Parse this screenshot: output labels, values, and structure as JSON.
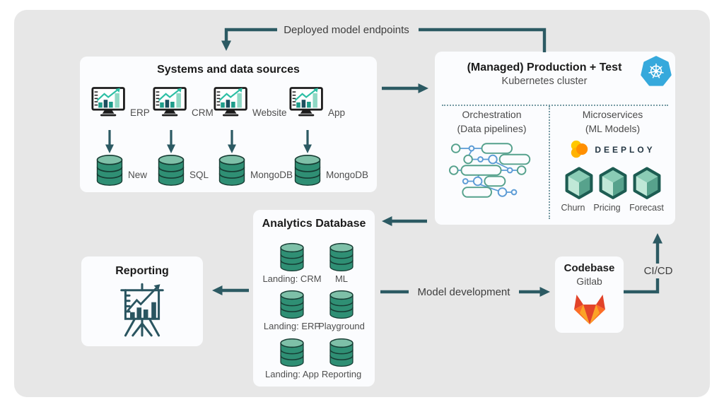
{
  "colors": {
    "accent_teal": "#2c5a63",
    "panel_bg": "#e7e7e7",
    "db_green": "#2f8f74",
    "db_green_top": "#7ec0a8",
    "kubernetes_blue": "#36a9dc",
    "gitlab_orange": "#fc6d26",
    "deeploy_orange": "#ff8f00"
  },
  "flow": {
    "deployed_endpoints": "Deployed model endpoints",
    "model_development": "Model development",
    "cicd": "CI/CD"
  },
  "systems": {
    "title": "Systems and data sources",
    "sources": [
      {
        "system": "ERP",
        "database": "New"
      },
      {
        "system": "CRM",
        "database": "SQL"
      },
      {
        "system": "Website",
        "database": "MongoDB"
      },
      {
        "system": "App",
        "database": "MongoDB"
      }
    ]
  },
  "kubernetes": {
    "title": "(Managed) Production + Test",
    "subtitle": "Kubernetes cluster",
    "orchestration": {
      "title": "Orchestration",
      "subtitle": "(Data pipelines)"
    },
    "microservices": {
      "title": "Microservices",
      "subtitle": "(ML Models)",
      "vendor_logo": "DEEPLOY",
      "models": [
        "Churn",
        "Pricing",
        "Forecast"
      ]
    }
  },
  "analytics": {
    "title": "Analytics Database",
    "databases": [
      "Landing: CRM",
      "ML",
      "Landing: ERP",
      "Playground",
      "Landing: App",
      "Reporting"
    ]
  },
  "reporting": {
    "title": "Reporting"
  },
  "codebase": {
    "title": "Codebase",
    "subtitle": "Gitlab"
  }
}
